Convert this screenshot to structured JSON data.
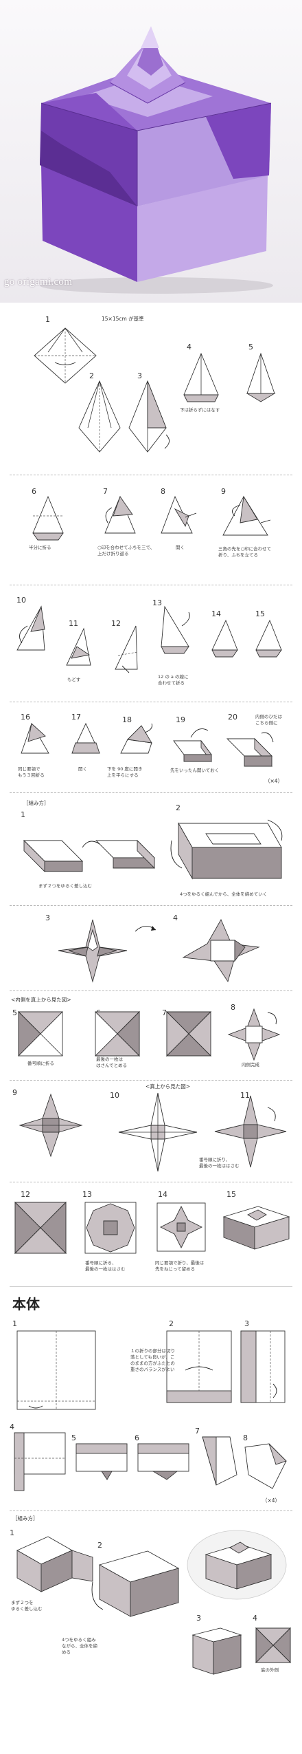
{
  "photo": {
    "watermark": "go origami.com",
    "colors": {
      "dark_purple": "#7a45b8",
      "mid_purple": "#9b6fd0",
      "light_purple": "#c2a6e6",
      "shadow": "#5c2f92"
    }
  },
  "lid": {
    "paper_note": "15×15cm が基準",
    "steps": [
      {
        "n": "1",
        "note": ""
      },
      {
        "n": "2",
        "note": ""
      },
      {
        "n": "3",
        "note": ""
      },
      {
        "n": "4",
        "note": "下は折らずにはなす"
      },
      {
        "n": "5",
        "note": ""
      },
      {
        "n": "6",
        "note": "半分に折る"
      },
      {
        "n": "7",
        "note": "○印を合わせてふちを三で、\n上だけ折り返る"
      },
      {
        "n": "8",
        "note": "開く"
      },
      {
        "n": "9",
        "note": "三角の先を○印に合わせて\n折り、ふちを立てる"
      },
      {
        "n": "10",
        "note": ""
      },
      {
        "n": "11",
        "note": "もどす"
      },
      {
        "n": "12",
        "note": ""
      },
      {
        "n": "13",
        "note": "12 の a の線に\n合わせて折る"
      },
      {
        "n": "14",
        "note": ""
      },
      {
        "n": "15",
        "note": ""
      },
      {
        "n": "16",
        "note": "同じ要領で\nもう３回折る"
      },
      {
        "n": "17",
        "note": "開く"
      },
      {
        "n": "18",
        "note": "下を 90 度に開き\n上を平らにする"
      },
      {
        "n": "19",
        "note": "先をいったん開いておく"
      },
      {
        "n": "20",
        "note": "内側のひだは\nこちら側に"
      }
    ],
    "times4": "（×4）",
    "assembly": {
      "header": "［組み方］",
      "s1": "1",
      "s1_note": "まず２つをゆるく差し込む",
      "s2": "2",
      "s2_note": "4つをゆるく組んでから、全体を締めていく",
      "s3": "3",
      "s4": "4",
      "inside_header": "<内側を真上から見た図>",
      "s5": "5",
      "s5_note": "番号順に折る",
      "s6": "6",
      "s6_note": "最後の一枚は\nはさんでとめる",
      "s7": "7",
      "s8": "8",
      "s8_note": "内側完成",
      "s9": "9",
      "s10": "10",
      "top_header": "<真上から見た図>",
      "s11": "11",
      "s11_note": "番号順に折り、\n最後の一枚ははさむ",
      "s12": "12",
      "s13": "13",
      "s13_note": "番号順に折る、\n最後の一枚ははさむ",
      "s14": "14",
      "s14_note": "同じ要領で折り、最後は\n先をねじって留める",
      "s15": "15"
    }
  },
  "body": {
    "title": "本体",
    "s1": "1",
    "s2": "2",
    "s3": "3",
    "note_2": "１の折りの部分は切り\n落としても良いが、こ\nのままの方がふたとの\n重さのバランスがよい",
    "s4": "4",
    "s5": "5",
    "s6": "6",
    "s7": "7",
    "s8": "8",
    "times4": "（×4）",
    "assembly_header": "［組み方］",
    "a1": "1",
    "a1_note": "まず２つを\nゆるく差し込む",
    "a2": "2",
    "a2_note": "4つをゆるく組み\nながら、全体を締\nめる",
    "a3": "3",
    "a4": "4",
    "a4_note": "底の外側"
  }
}
